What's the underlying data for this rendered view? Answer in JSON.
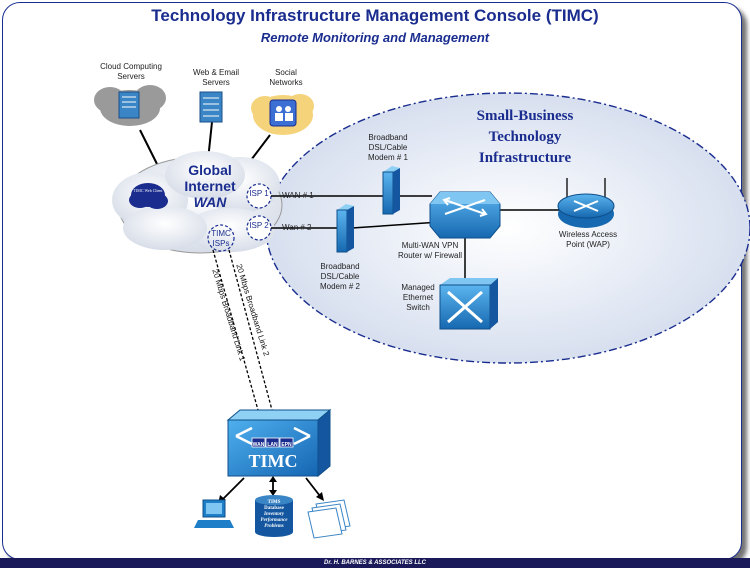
{
  "header": {
    "title": "Technology Infrastructure Management Console (TIMC)",
    "subtitle": "Remote Monitoring and Management"
  },
  "internet": {
    "cloud_computing": "Cloud Computing Servers",
    "web_email": "Web & Email Servers",
    "social": "Social Networks",
    "global_line1": "Global",
    "global_line2": "Internet",
    "global_line3": "WAN",
    "timc_web_client": "TIMC Web Client",
    "isp1": "ISP 1",
    "isp2": "ISP 2",
    "timc_isps": "TIMC ISPs"
  },
  "small_business": {
    "title_line1": "Small-Business",
    "title_line2": "Technology",
    "title_line3": "Infrastructure",
    "modem1": "Broadband DSL/Cable Modem # 1",
    "modem2": "Broadband DSL/Cable Modem # 2",
    "wan1": "WAN # 1",
    "wan2": "Wan # 2",
    "router": "Multi-WAN VPN Router w/ Firewall",
    "wap": "Wireless Access Point (WAP)",
    "switch": "Managed Ethernet Switch"
  },
  "links": {
    "link1": "20 Mbps Broadband Link 1",
    "link2": "20 Mbps Broadband Link 2"
  },
  "timc": {
    "label": "TIMC",
    "port_wan": "WAN",
    "port_lan": "LAN",
    "port_epn": "EPN",
    "db_line1": "TIMS",
    "db_line2": "Database",
    "db_line3": "Inventory",
    "db_line4": "Performance",
    "db_line5": "Problems"
  },
  "footer": "Dr. H. BARNES & ASSOCIATES LLC",
  "colors": {
    "brand": "#1a2d8f",
    "device_blue": "#1e7fc8",
    "zone_fill": "#dfe6f3"
  }
}
